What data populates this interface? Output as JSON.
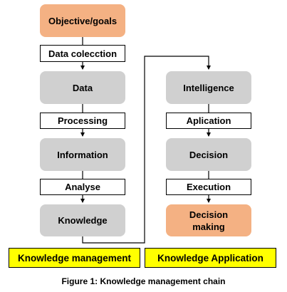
{
  "left_chain": {
    "objective": "Objective/goals",
    "data_collection": "Data colecction",
    "data": "Data",
    "processing": "Processing",
    "information": "Information",
    "analyse": "Analyse",
    "knowledge": "Knowledge"
  },
  "right_chain": {
    "intelligence": "Intelligence",
    "application": "Aplication",
    "decision": "Decision",
    "execution": "Execution",
    "decision_making": "Decision making"
  },
  "footer": {
    "knowledge_management": "Knowledge management",
    "knowledge_application": "Knowledge Application"
  },
  "caption": "Figure 1: Knowledge management chain",
  "colors": {
    "orange": "#f4b183",
    "grey": "#d0d0d0",
    "yellow": "#ffff00"
  }
}
